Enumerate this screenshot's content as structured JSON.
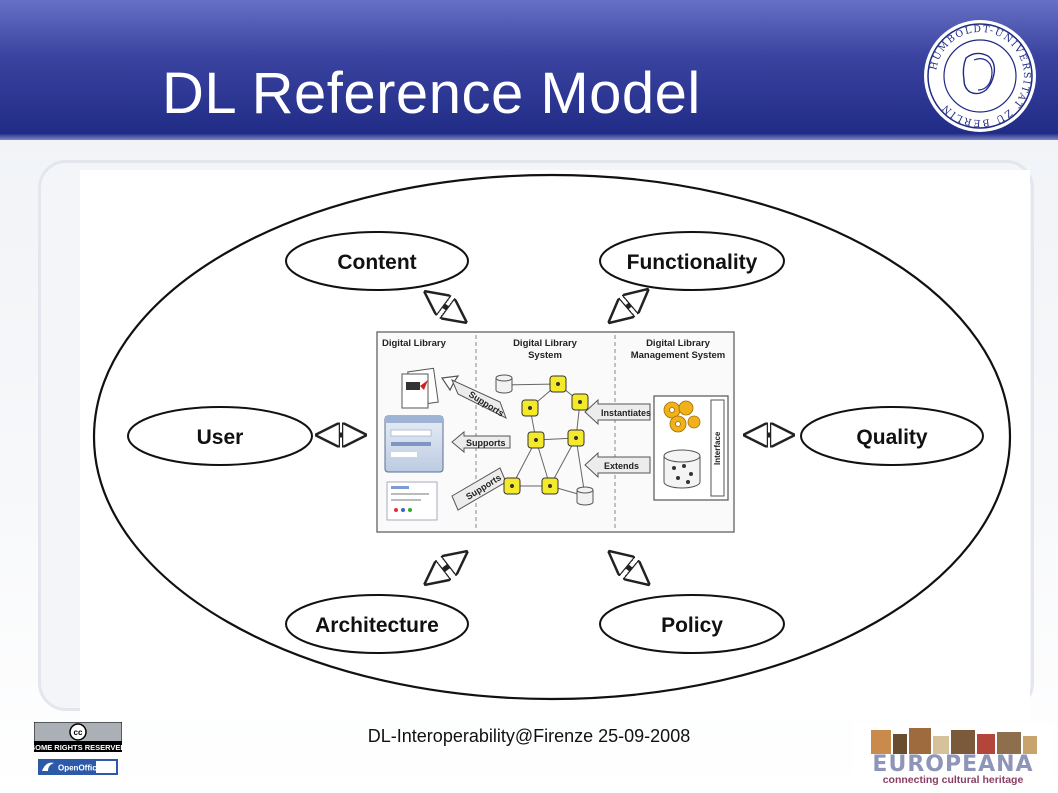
{
  "slide": {
    "title": "DL Reference Model",
    "footer": "DL-Interoperability@Firenze 25-09-2008"
  },
  "logos": {
    "university_seal": "HUMBOLDT-UNIVERSITÄT ZU BERLIN",
    "cc_badge": "SOME RIGHTS RESERVED",
    "openoffice": "OpenOffice.org",
    "europeana": "EUROPEANA",
    "europeana_tagline": "connecting cultural heritage"
  },
  "diagram": {
    "domains": {
      "content": "Content",
      "functionality": "Functionality",
      "user": "User",
      "quality": "Quality",
      "architecture": "Architecture",
      "policy": "Policy"
    },
    "center": {
      "col1": "Digital Library",
      "col2_line1": "Digital Library",
      "col2_line2": "System",
      "col3_line1": "Digital Library",
      "col3_line2": "Management System",
      "supports": "Supports",
      "instantiates": "Instantiates",
      "extends": "Extends",
      "interface": "Interface"
    }
  },
  "colors": {
    "header_dark": "#1f2a85",
    "node_yellow": "#f4ea2a"
  }
}
